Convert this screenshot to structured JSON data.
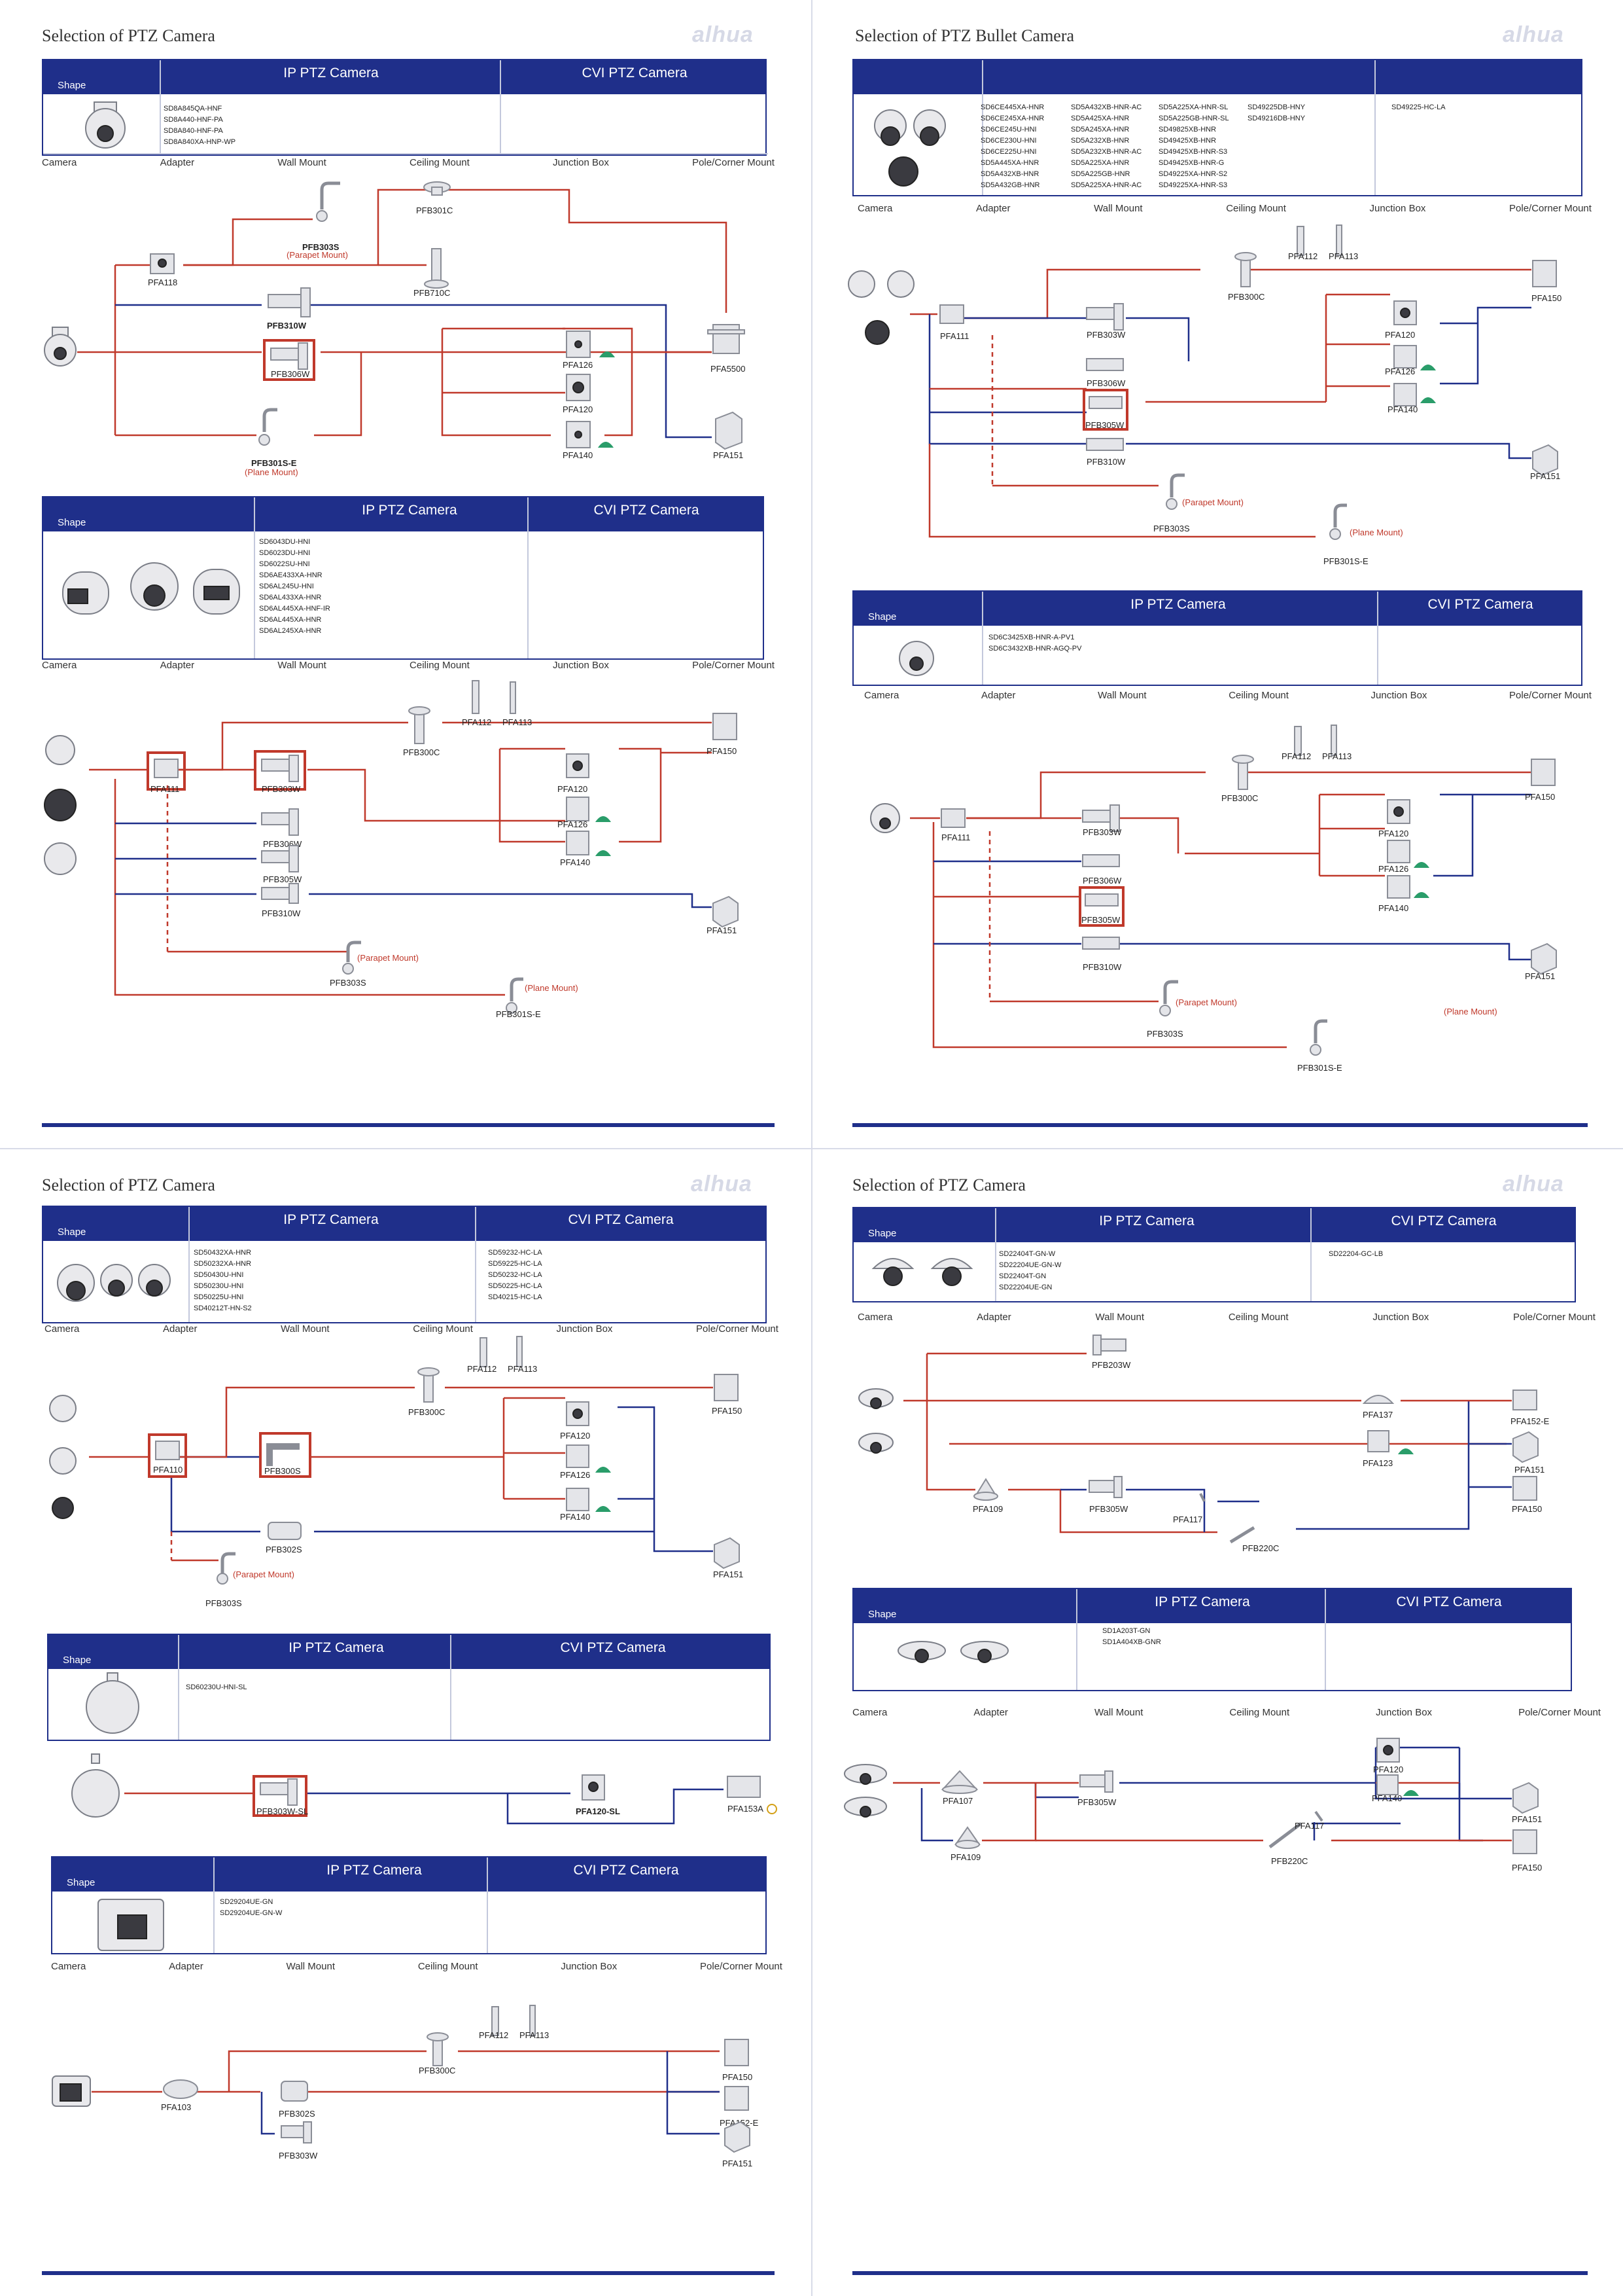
{
  "quadrants": [
    {
      "title": "Selection of  PTZ Camera",
      "logo": "alhua"
    },
    {
      "title": "Selection of  PTZ Bullet Camera",
      "logo": "alhua"
    },
    {
      "title": "Selection of  PTZ Camera",
      "logo": "alhua"
    },
    {
      "title": "Selection of  PTZ Camera",
      "logo": "alhua"
    }
  ],
  "table_labels": {
    "shape": "Shape",
    "ip": "IP PTZ Camera",
    "cvi": "CVI PTZ Camera"
  },
  "categories": [
    "Camera",
    "Adapter",
    "Wall Mount",
    "Ceiling Mount",
    "Junction Box",
    "Pole/Corner Mount"
  ],
  "tables": {
    "q1a": {
      "ip": "SD8A845QA-HNF\nSD8A440-HNF-PA\nSD8A840-HNF-PA\nSD8A840XA-HNP-WP",
      "cvi": ""
    },
    "q1b": {
      "ip": "SD6043DU-HNI\nSD6023DU-HNI\nSD6022SU-HNI\nSD6AE433XA-HNR\nSD6AL245U-HNI\nSD6AL433XA-HNR\nSD6AL445XA-HNF-IR\nSD6AL445XA-HNR\nSD6AL245XA-HNR",
      "cvi": ""
    },
    "q2a": {
      "ip1": "SD6CE445XA-HNR\nSD6CE245XA-HNR\nSD6CE245U-HNI\nSD6CE230U-HNI\nSD6CE225U-HNI\nSD5A445XA-HNR\nSD5A432XB-HNR\nSD5A432GB-HNR",
      "ip2": "SD5A432XB-HNR-AC\nSD5A425XA-HNR\nSD5A245XA-HNR\nSD5A232XB-HNR\nSD5A232XB-HNR-AC\nSD5A225XA-HNR\nSD5A225GB-HNR\nSD5A225XA-HNR-AC",
      "ip3": "SD5A225XA-HNR-SL\nSD5A225GB-HNR-SL\nSD49825XB-HNR\nSD49425XB-HNR\nSD49425XB-HNR-S3\nSD49425XB-HNR-G\nSD49225XA-HNR-S2\nSD49225XA-HNR-S3",
      "ip4": "SD49225DB-HNY\nSD49216DB-HNY",
      "cvi": "SD49225-HC-LA"
    },
    "q2b": {
      "ip": "SD6C3425XB-HNR-A-PV1\nSD6C3432XB-HNR-AGQ-PV",
      "cvi": ""
    },
    "q3a": {
      "ip": "SD50432XA-HNR\nSD50232XA-HNR\nSD50430U-HNI\nSD50230U-HNI\nSD50225U-HNI\nSD40212T-HN-S2",
      "cvi": "SD59232-HC-LA\nSD59225-HC-LA\nSD50232-HC-LA\nSD50225-HC-LA\nSD40215-HC-LA"
    },
    "q3b": {
      "ip": "SD60230U-HNI-SL",
      "cvi": ""
    },
    "q3c": {
      "ip": "SD29204UE-GN\nSD29204UE-GN-W",
      "cvi": ""
    },
    "q4a": {
      "ip": "SD22404T-GN-W\nSD22204UE-GN-W\nSD22404T-GN\nSD22204UE-GN",
      "cvi": "SD22204-GC-LB"
    },
    "q4b": {
      "ip": "SD1A203T-GN\nSD1A404XB-GNR",
      "cvi": ""
    }
  },
  "parts": {
    "PFA118": "PFA118",
    "PFB303S": "PFB303S",
    "PFB301C": "PFB301C",
    "PFB710C": "PFB710C",
    "PFB310W": "PFB310W",
    "PFB306W": "PFB306W",
    "PFA126": "PFA126",
    "PFA120": "PFA120",
    "PFA140": "PFA140",
    "PFA5500": "PFA5500",
    "PFA151": "PFA151",
    "PFB301SE": "PFB301S-E",
    "PFA111": "PFA111",
    "PFB303W": "PFB303W",
    "PFB300C": "PFB300C",
    "PFA112": "PFA112",
    "PFA113": "PFA113",
    "PFA150": "PFA150",
    "PFB305W": "PFB305W",
    "PFA110": "PFA110",
    "PFB300S": "PFB300S",
    "PFB302S": "PFB302S",
    "PFB303WSL": "PFB303W-SL",
    "PFA120SL": "PFA120-SL",
    "PFA153A": "PFA153A",
    "PFA103": "PFA103",
    "PFA152E": "PFA152-E",
    "PFB203W": "PFB203W",
    "PFA137": "PFA137",
    "PFA123": "PFA123",
    "PFA109": "PFA109",
    "PFA117": "PFA117",
    "PFB220C": "PFB220C",
    "PFA107": "PFA107"
  },
  "notes": {
    "parapet": "(Parapet Mount)",
    "plane": "(Plane Mount)"
  },
  "colors": {
    "navy": "#1f2f8a",
    "red": "#c0392b",
    "highlight": "#c0392b",
    "green": "#2a9d6a"
  }
}
